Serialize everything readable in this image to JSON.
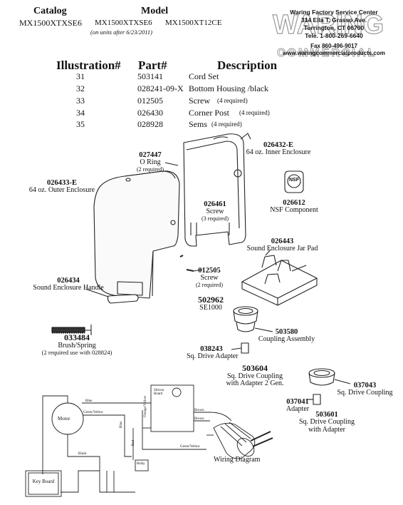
{
  "header": {
    "catalog_label": "Catalog",
    "catalog_value": "MX1500XTXSE6",
    "model_label": "Model",
    "model_1": "MX1500XTXSE6",
    "model_2": "MX1500XT12CE",
    "model_note": "(on units after 6/23/2011)"
  },
  "service_center": {
    "logo_text": "WARING COMMERCIAL",
    "line1": "Waring Factory Service Center",
    "line2": "314 Ella T. Grasso Ave.",
    "line3": "Torrington, CT 06790",
    "line4": "Tele. 1-800-269-6640",
    "line5": "Fax 860-496-9017",
    "line6": "www.waringcommercialproducts.com"
  },
  "parts_table": {
    "col_illustration": "Illustration#",
    "col_part": "Part#",
    "col_description": "Description",
    "rows": [
      {
        "illus": "31",
        "part": "503141",
        "desc": "Cord Set",
        "qty": ""
      },
      {
        "illus": "32",
        "part": "028241-09-X",
        "desc": "Bottom Housing /black",
        "qty": ""
      },
      {
        "illus": "33",
        "part": "012505",
        "desc": "Screw",
        "qty": "(4 required)"
      },
      {
        "illus": "34",
        "part": "026430",
        "desc": "Corner Post",
        "qty": "(4 required)"
      },
      {
        "illus": "35",
        "part": "028928",
        "desc": "Sems",
        "qty": "(4 required)"
      }
    ]
  },
  "callouts": {
    "inner_pn": "026432-E",
    "inner_name": "64 oz. Inner Enclosure",
    "oring_pn": "027447",
    "oring_name": "O Ring",
    "oring_qty": "(2 required)",
    "outer_pn": "026433-E",
    "outer_name": "64 oz. Outer Enclosure",
    "screw1_pn": "026461",
    "screw1_name": "Screw",
    "screw1_qty": "(3 required)",
    "nsf_badge": "NSF",
    "nsf_pn": "026612",
    "nsf_name": "NSF Component",
    "pad_pn": "026443",
    "pad_name": "Sound Enclosure Jar Pad",
    "handle_pn": "026434",
    "handle_name": "Sound Enclosure Handle",
    "screw2_pn": "012505",
    "screw2_name": "Screw",
    "screw2_qty": "(2 required)",
    "se_pn": "502962",
    "se_name": "SE1000",
    "coupling_pn": "503580",
    "coupling_name": "Coupling Assembly",
    "brush_pn": "033484",
    "brush_name": "Brush/Spring",
    "brush_qty": "(2 required use with 028824)",
    "adapter_pn": "038243",
    "adapter_name": "Sq. Drive Adapter",
    "cpl2_pn": "503604",
    "cpl2_name_1": "Sq. Drive Coupling",
    "cpl2_name_2": "with Adapter 2 Gen.",
    "cpl3_pn": "037043",
    "cpl3_name": "Sq. Drive Coupling",
    "adp2_pn": "037041",
    "adp2_name": "Adapter",
    "cpl4_pn": "503601",
    "cpl4_name_1": "Sq. Drive Coupling",
    "cpl4_name_2": "with Adapter"
  },
  "wiring": {
    "caption": "Wiring Diagram",
    "motor": "Motor",
    "key_board": "Key Board",
    "silicon_board": "Silicon Board",
    "relay": "Relay",
    "wire_blue": "Blue",
    "wire_black": "Black",
    "wire_brown": "Brown",
    "wire_gy": "Green/Yellow",
    "wire_red": "Red",
    "wire_orange": "Orange/Yellow"
  }
}
